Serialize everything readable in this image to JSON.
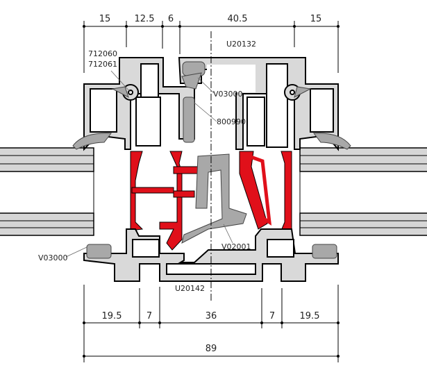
{
  "dimensions": {
    "top": [
      "15",
      "12.5",
      "6",
      "40.5",
      "15"
    ],
    "bottom": [
      "19.5",
      "7",
      "36",
      "7",
      "19.5"
    ],
    "overall": "89"
  },
  "part_labels": {
    "top_profile": "U20132",
    "clip_left_1": "712060",
    "clip_left_2": "712061",
    "gasket_top": "V03000",
    "insert": "800990",
    "gasket_bottom_left": "V03000",
    "center_gasket": "V02001",
    "bottom_profile": "U20142"
  },
  "colors": {
    "aluminium": "#d9d9d9",
    "thermal_break": "#e0101a",
    "gasket": "#a8a8a8"
  }
}
